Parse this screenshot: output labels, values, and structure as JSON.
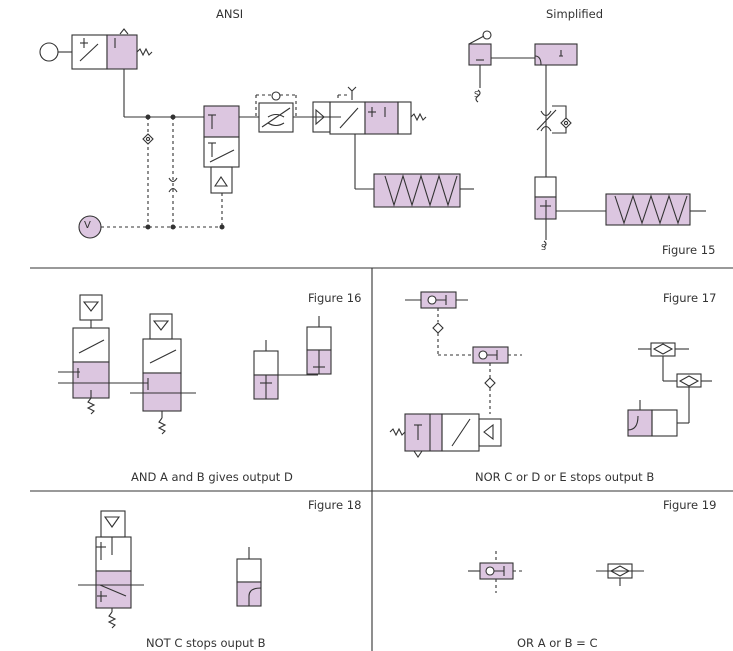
{
  "headings": {
    "ansi": "ANSI",
    "simplified": "Simplified"
  },
  "figures": {
    "fig15": "Figure 15",
    "fig16": "Figure 16",
    "fig17": "Figure 17",
    "fig18": "Figure 18",
    "fig19": "Figure 19"
  },
  "captions": {
    "and": "AND A and B gives output D",
    "nor": "NOR C or D or E stops output B",
    "not": "NOT C stops ouput B",
    "or": "OR A or B = C"
  },
  "symbols": {
    "vacuum": "V",
    "exhaust": "S"
  },
  "colors": {
    "fill": "#dcc6e0",
    "line": "#333333"
  }
}
